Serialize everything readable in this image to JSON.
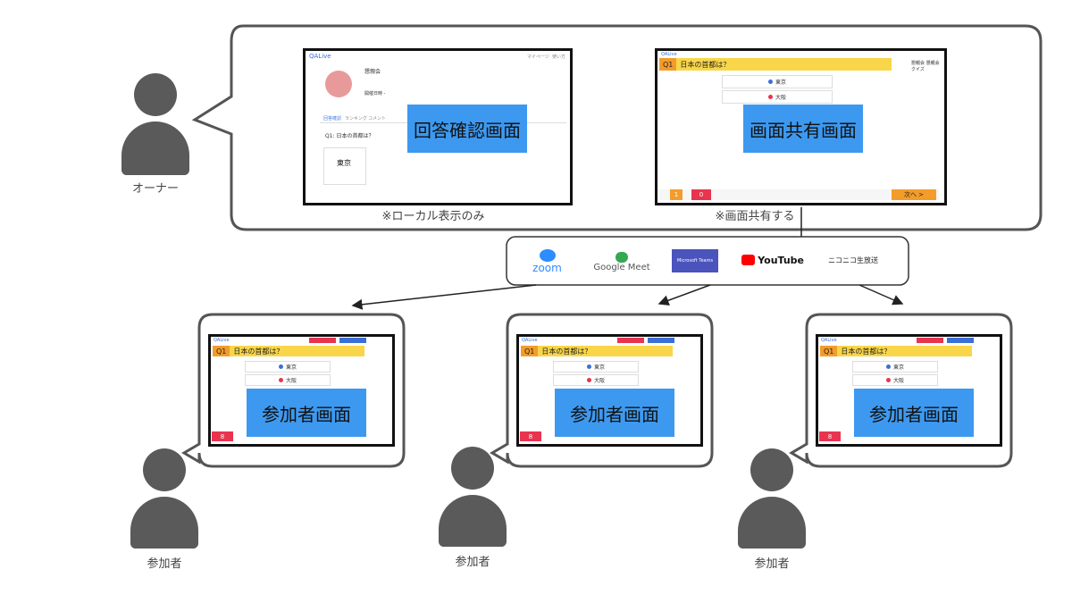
{
  "owner": {
    "label": "オーナー",
    "answer_screen": {
      "app_name": "QALive",
      "nav_links": [
        "マイページ",
        "使い方"
      ],
      "venue_title": "懇親会",
      "host_label": "開催日時 -",
      "tabs": [
        "回答確認",
        "ランキング",
        "コメント"
      ],
      "question": "Q1: 日本の首都は？",
      "answer": "東京",
      "overlay_label": "回答確認画面",
      "caption": "※ローカル表示のみ"
    },
    "share_screen": {
      "app_name": "QALive",
      "q_number": "Q1",
      "question": "日本の首都は？",
      "options": [
        "東京",
        "大阪"
      ],
      "side_title": "懇親会 懇親会クイズ",
      "counter_a": "1",
      "counter_b": "0",
      "next_label": "次へ >",
      "overlay_label": "画面共有画面",
      "caption": "※画面共有する"
    }
  },
  "platforms": [
    "zoom",
    "Google Meet",
    "Microsoft Teams",
    "YouTube",
    "ニコニコ生放送"
  ],
  "participants": [
    {
      "label": "参加者",
      "overlay_label": "参加者画面",
      "q_number": "Q1",
      "question": "日本の首都は？",
      "options": [
        "東京",
        "大阪"
      ],
      "timer": "8",
      "app_name": "QALive"
    },
    {
      "label": "参加者",
      "overlay_label": "参加者画面",
      "q_number": "Q1",
      "question": "日本の首都は？",
      "options": [
        "東京",
        "大阪"
      ],
      "timer": "8",
      "app_name": "QALive"
    },
    {
      "label": "参加者",
      "overlay_label": "参加者画面",
      "q_number": "Q1",
      "question": "日本の首都は？",
      "options": [
        "東京",
        "大阪"
      ],
      "timer": "8",
      "app_name": "QALive"
    }
  ],
  "colors": {
    "person": "#5a5a5a",
    "overlay": "#3d99f0",
    "question_bar": "#f9d649",
    "accent_red": "#e8344e",
    "accent_orange": "#f39c2a"
  }
}
